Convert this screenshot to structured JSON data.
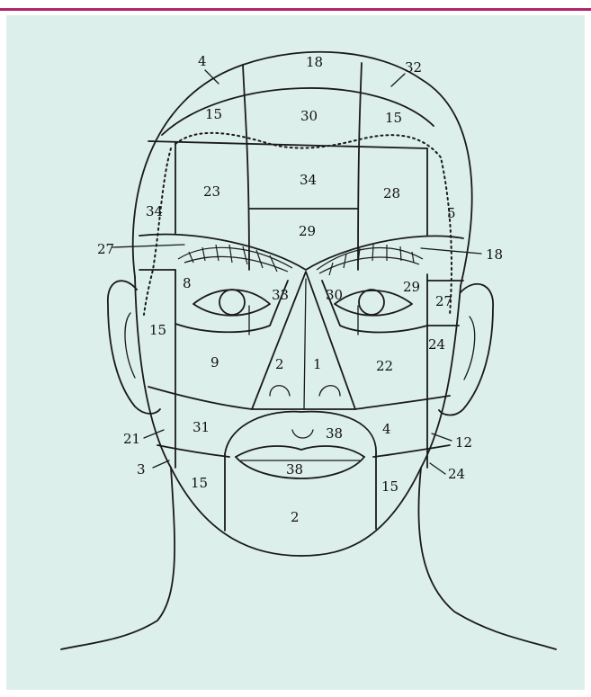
{
  "colors": {
    "background": "#dcefea",
    "rule": "#b0246a",
    "ink": "#1a1a1a"
  },
  "zones": [
    {
      "id": "z1",
      "label": "4"
    },
    {
      "id": "z2",
      "label": "18"
    },
    {
      "id": "z3",
      "label": "32"
    },
    {
      "id": "z4",
      "label": "15"
    },
    {
      "id": "z5",
      "label": "30"
    },
    {
      "id": "z6",
      "label": "15"
    },
    {
      "id": "z7",
      "label": "23"
    },
    {
      "id": "z8",
      "label": "34"
    },
    {
      "id": "z9",
      "label": "28"
    },
    {
      "id": "z10",
      "label": "34"
    },
    {
      "id": "z11",
      "label": "5"
    },
    {
      "id": "z12",
      "label": "29"
    },
    {
      "id": "z13",
      "label": "27"
    },
    {
      "id": "z14",
      "label": "18"
    },
    {
      "id": "z15",
      "label": "8"
    },
    {
      "id": "z16",
      "label": "33"
    },
    {
      "id": "z17",
      "label": "30"
    },
    {
      "id": "z18",
      "label": "29"
    },
    {
      "id": "z19",
      "label": "27"
    },
    {
      "id": "z20",
      "label": "15"
    },
    {
      "id": "z21",
      "label": "24"
    },
    {
      "id": "z22",
      "label": "9"
    },
    {
      "id": "z23",
      "label": "2"
    },
    {
      "id": "z24",
      "label": "1"
    },
    {
      "id": "z25",
      "label": "22"
    },
    {
      "id": "z26",
      "label": "31"
    },
    {
      "id": "z27",
      "label": "38"
    },
    {
      "id": "z28",
      "label": "4"
    },
    {
      "id": "z29",
      "label": "21"
    },
    {
      "id": "z30",
      "label": "12"
    },
    {
      "id": "z31",
      "label": "3"
    },
    {
      "id": "z32",
      "label": "38"
    },
    {
      "id": "z33",
      "label": "24"
    },
    {
      "id": "z34",
      "label": "15"
    },
    {
      "id": "z35",
      "label": "15"
    },
    {
      "id": "z36",
      "label": "2"
    }
  ]
}
